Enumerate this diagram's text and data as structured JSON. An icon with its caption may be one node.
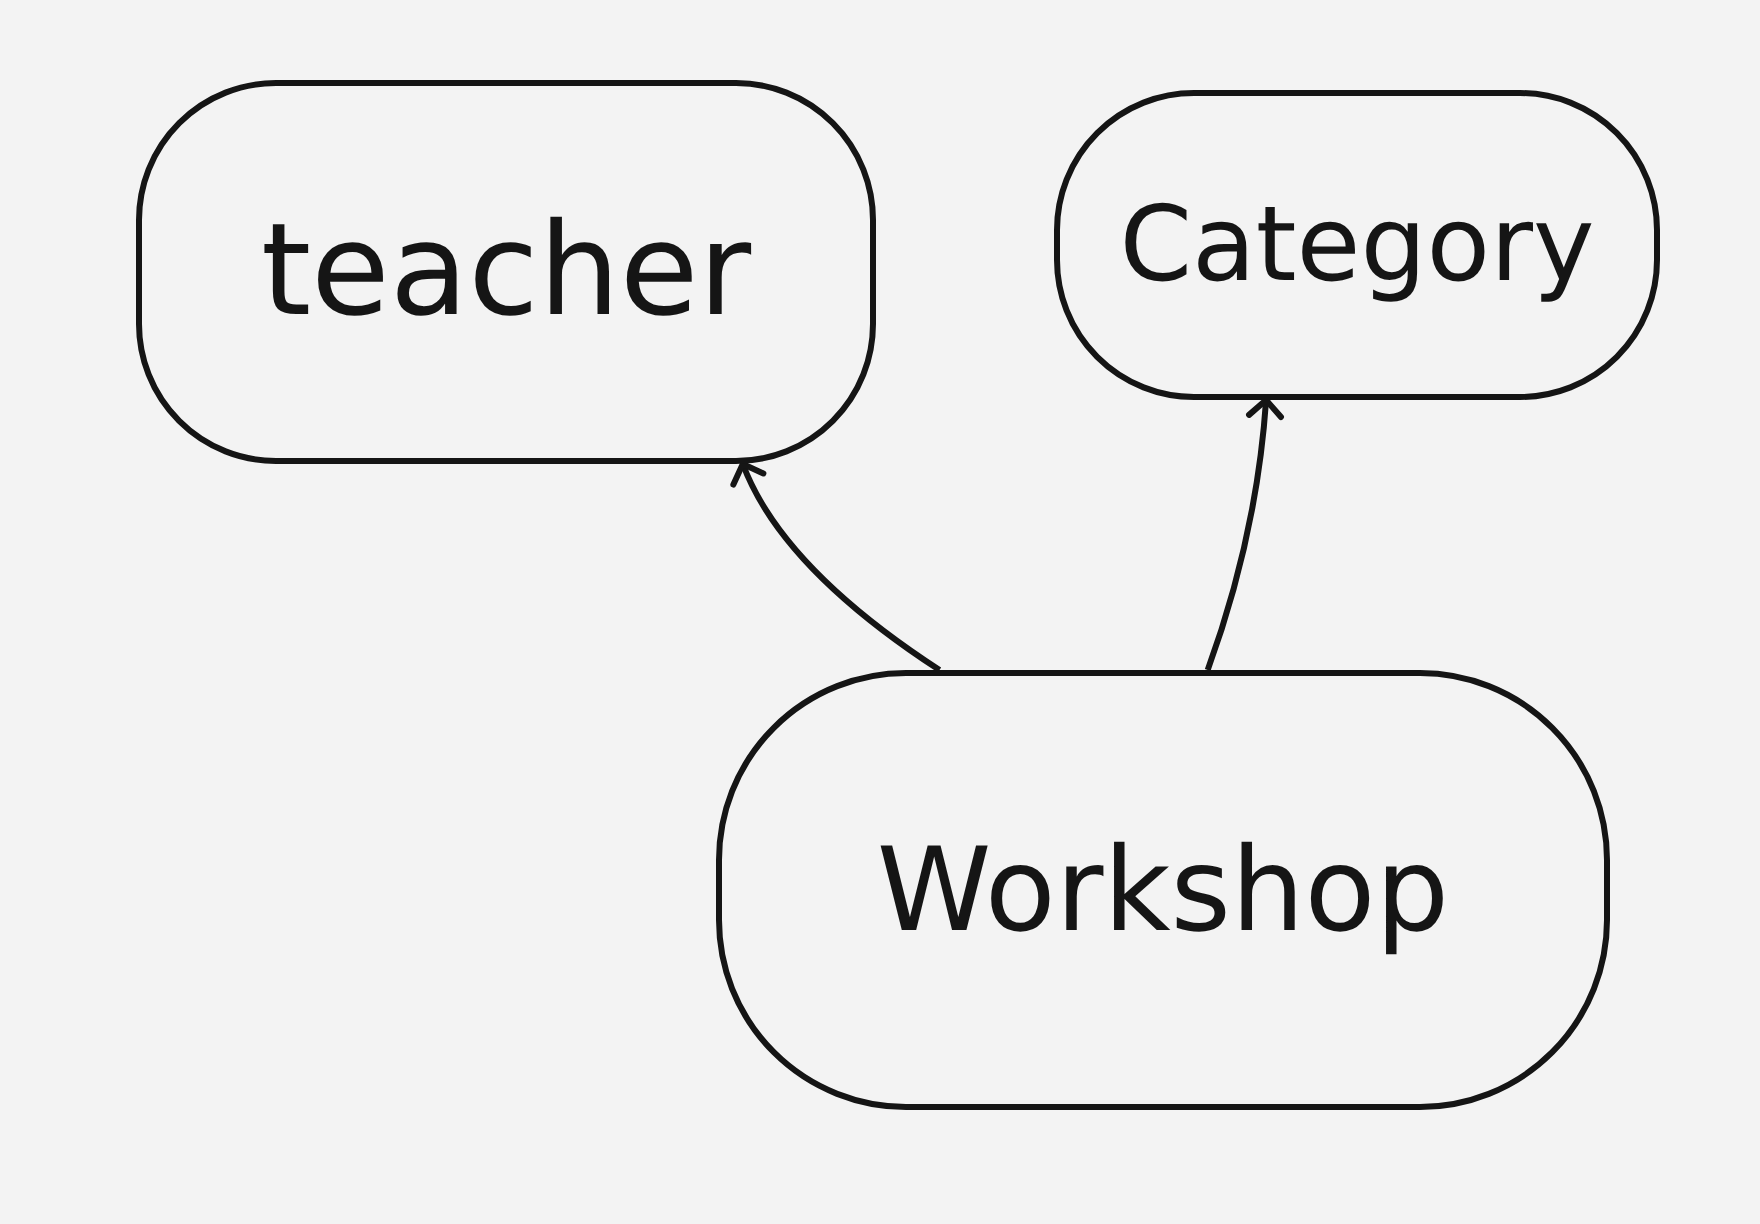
{
  "diagram": {
    "nodes": [
      {
        "text": [
          "teacher"
        ]
      },
      {
        "text": [
          "Category"
        ]
      },
      {
        "text": [
          "Workshop"
        ]
      }
    ],
    "edges": [
      {
        "from": 2,
        "to": 0,
        "arrow": "to"
      },
      {
        "from": 2,
        "to": 1,
        "arrow": "to"
      }
    ]
  }
}
